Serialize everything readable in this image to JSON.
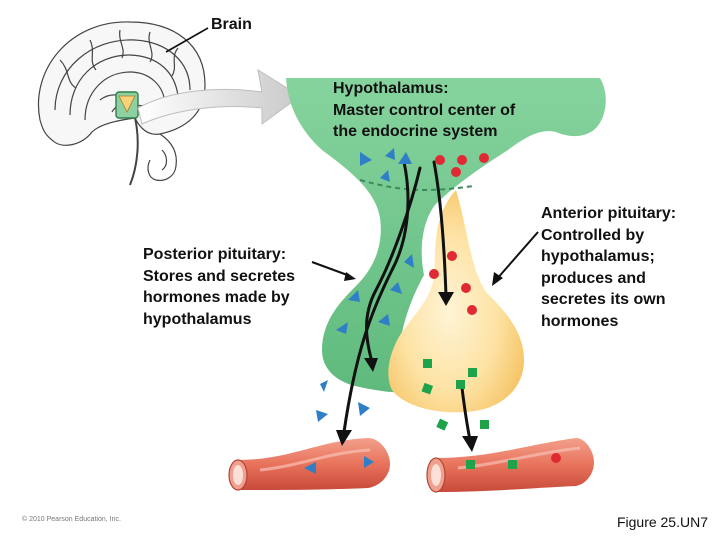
{
  "labels": {
    "brain": "Brain",
    "hypothalamus": "Hypothalamus:\nMaster control center of\nthe endocrine system",
    "posterior_pituitary": "Posterior pituitary:\nStores and secretes\nhormones made by\nhypothalamus",
    "anterior_pituitary": "Anterior pituitary:\nControlled by\nhypothalamus;\nproduces and\nsecretes its own\nhormones"
  },
  "copyright": "© 2010 Pearson Education, Inc.",
  "figure_caption": "Figure 25.UN7",
  "colors": {
    "hypothalamus_green": "#6cc489",
    "anterior_yellow": "#fbd27a",
    "hormone_triangle": "#2f7fc6",
    "hormone_dot": "#e02a33",
    "hormone_square": "#1ea24a",
    "blood_vessel": "#e8735c"
  }
}
